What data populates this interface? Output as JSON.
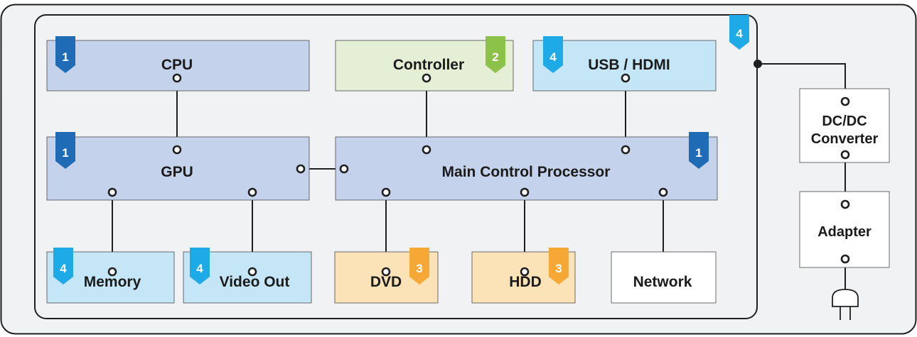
{
  "colors": {
    "frame_bg": "#f1f2f4",
    "outline": "#1f1f1f",
    "type1_fill": "#c5d2ec",
    "type2_fill": "#e4efd6",
    "type3_fill": "#fce3b7",
    "type4_fill": "#c4e6f7",
    "type0_fill": "#ffffff",
    "badge1": "#1f6bb6",
    "badge2": "#8cc14a",
    "badge3": "#f6a837",
    "badge4": "#1eaae6"
  },
  "blocks": {
    "cpu": {
      "label": "CPU",
      "badge": "1"
    },
    "controller": {
      "label": "Controller",
      "badge": "2"
    },
    "usb_hdmi": {
      "label": "USB / HDMI",
      "badge": "4"
    },
    "gpu": {
      "label": "GPU",
      "badge": "1"
    },
    "main_proc": {
      "label": "Main Control Processor",
      "badge": "1"
    },
    "memory": {
      "label": "Memory",
      "badge": "4"
    },
    "video_out": {
      "label": "Video Out",
      "badge": "4"
    },
    "dvd": {
      "label": "DVD",
      "badge": "3"
    },
    "hdd": {
      "label": "HDD",
      "badge": "3"
    },
    "network": {
      "label": "Network"
    },
    "dcdc": {
      "label_line1": "DC/DC",
      "label_line2": "Converter"
    },
    "adapter": {
      "label": "Adapter"
    }
  },
  "inner_frame_badge": "4",
  "icons": {
    "plug": "power-plug-icon"
  }
}
